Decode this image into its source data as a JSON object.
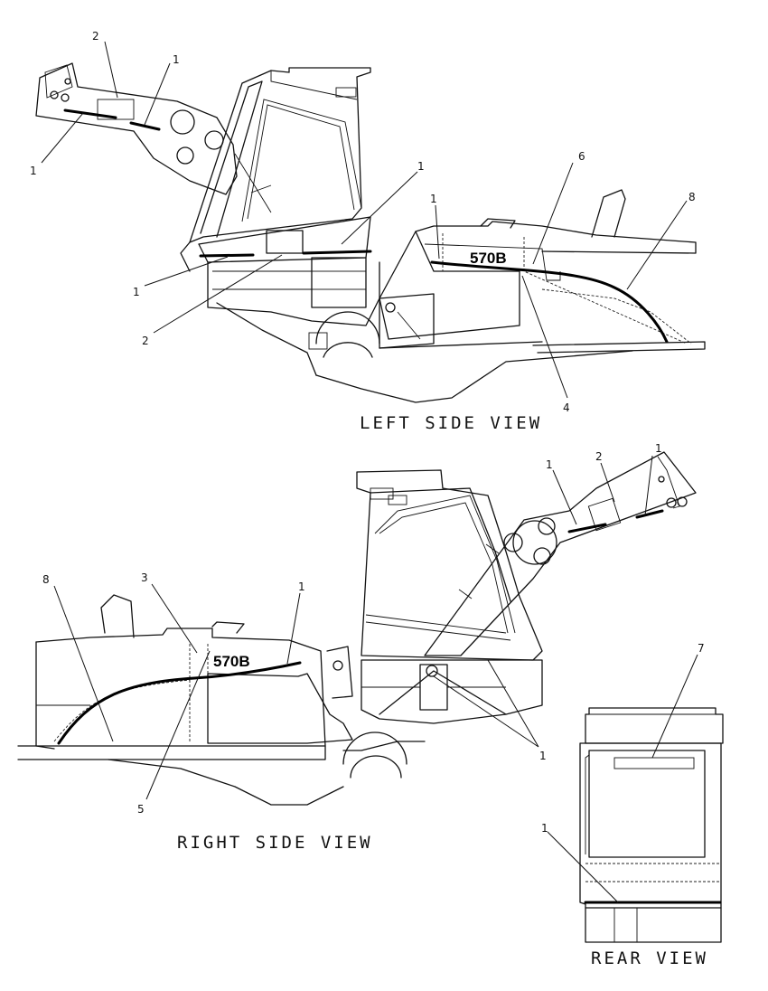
{
  "views": {
    "left": {
      "caption": "LEFT SIDE VIEW",
      "model_decal": "570B",
      "callouts": [
        "2",
        "1",
        "1",
        "1",
        "1",
        "2",
        "1",
        "6",
        "8",
        "4"
      ]
    },
    "right": {
      "caption": "RIGHT SIDE VIEW",
      "model_decal": "570B",
      "callouts": [
        "1",
        "2",
        "1",
        "8",
        "3",
        "1",
        "1",
        "5"
      ]
    },
    "rear": {
      "caption": "REAR VIEW",
      "callouts": [
        "7",
        "1"
      ]
    }
  }
}
